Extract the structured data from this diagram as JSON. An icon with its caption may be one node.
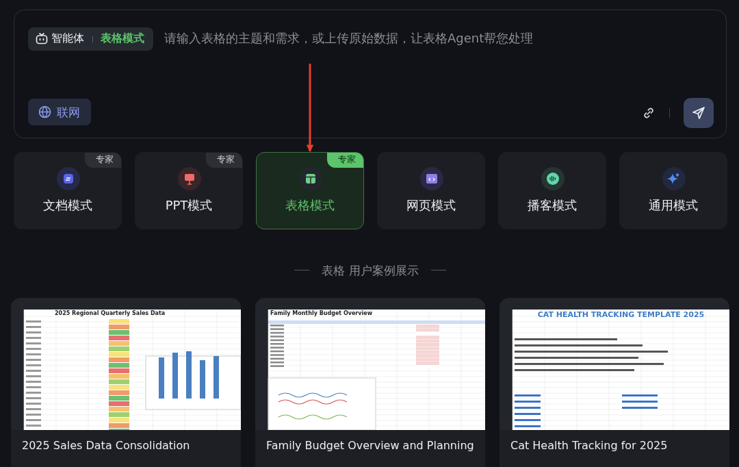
{
  "diagram": {
    "nodes": [
      {
        "text": [
          "请输入表格的主题和需求，或上传原始数据，让表格Agent帮您处理"
        ]
      },
      {
        "text": [
          "智能体",
          "表格模式"
        ],
        "in": 0
      },
      {
        "text": [
          "联网"
        ],
        "in": 0
      },
      {
        "text": [
          "专家",
          "文档模式"
        ]
      },
      {
        "text": [
          "专家",
          "PPT模式"
        ]
      },
      {
        "text": [
          "专家",
          "表格模式"
        ]
      },
      {
        "text": [
          "网页模式"
        ]
      },
      {
        "text": [
          "播客模式"
        ]
      },
      {
        "text": [
          "通用模式"
        ]
      },
      {
        "text": [
          "2025 Regional Quarterly Sales Data",
          "2025 Sales Data Consolidation"
        ]
      },
      {
        "text": [
          "Family Monthly Budget Overview",
          "Family Budget Overview and Planning"
        ]
      },
      {
        "text": [
          "CAT HEALTH TRACKING TEMPLATE 2025",
          "Cat Health Tracking for 2025"
        ]
      }
    ],
    "edges": [
      {
        "from": null,
        "to": 5,
        "arrow": "to",
        "color": "#e8402a"
      }
    ],
    "labels": [
      "表格 用户案例展示"
    ]
  }
}
